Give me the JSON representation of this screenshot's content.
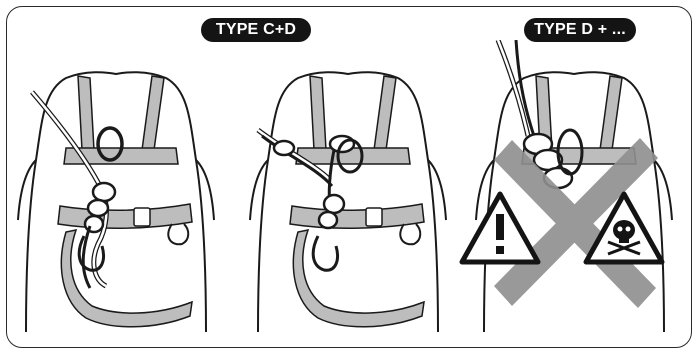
{
  "labels": {
    "type_cd": "TYPE C+D",
    "type_d_plus": "TYPE D + ..."
  },
  "illustrations": [
    {
      "name": "harness-correct-tie-in-knot",
      "icon": "figure-eight-knot-icon"
    },
    {
      "name": "harness-incorrect-tie-in-alt",
      "icon": "double-knot-icon"
    },
    {
      "name": "harness-forbidden-tie-in",
      "icon": "forbidden-cross-icon",
      "warnings": [
        "warning-exclamation-icon",
        "warning-skull-icon"
      ]
    }
  ],
  "colors": {
    "strap": "#bdbdbd",
    "line": "#1a1a1a",
    "forbidden_cross": "#8f8f8f",
    "label_bg": "#141414",
    "label_text": "#ffffff"
  }
}
